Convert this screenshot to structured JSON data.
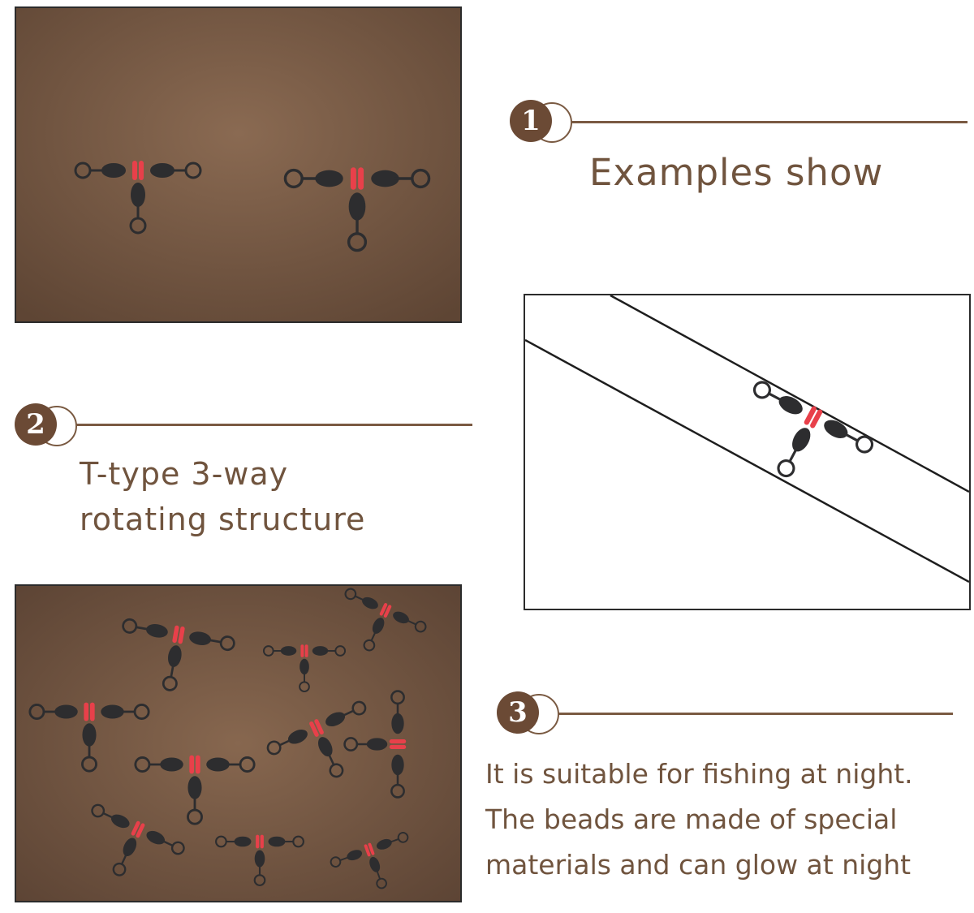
{
  "colors": {
    "accent": "#70543e",
    "badge_fill": "#6b4a35",
    "bead": "#e8404a",
    "swivel": "#2d2d2f",
    "backdrop": "#7a5c46"
  },
  "sections": [
    {
      "number": "1",
      "caption_lines": [
        "Examples show"
      ]
    },
    {
      "number": "2",
      "caption_lines": [
        "T-type 3-way",
        "rotating structure"
      ]
    },
    {
      "number": "3",
      "caption_lines": [
        "It is suitable for fishing at night.",
        "The beads are made of special",
        "materials and can glow at night"
      ]
    }
  ],
  "photos": [
    {
      "name": "two-swivels-on-brown-backdrop"
    },
    {
      "name": "swivel-on-fishing-line"
    },
    {
      "name": "many-swivels-on-brown-backdrop"
    }
  ]
}
